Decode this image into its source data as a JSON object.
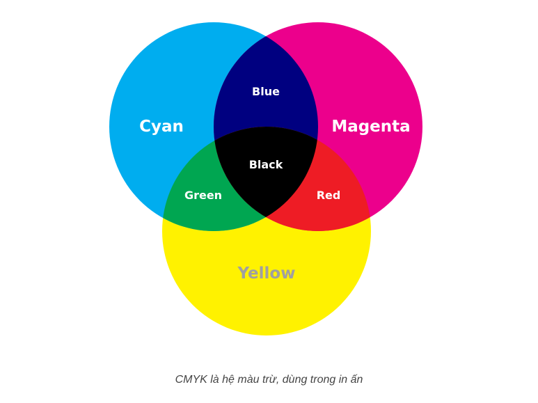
{
  "colors": {
    "cyan": "#00ADEF",
    "magenta": "#EC008C",
    "yellow": "#FFF200",
    "blue": "#000080",
    "red": "#EE1C25",
    "green": "#00A651",
    "black": "#000000",
    "yellow_label": "#A0A0A0",
    "label": "#ffffff"
  },
  "labels": {
    "cyan": "Cyan",
    "magenta": "Magenta",
    "yellow": "Yellow",
    "blue": "Blue",
    "red": "Red",
    "green": "Green",
    "black": "Black"
  },
  "caption": "CMYK là hệ màu trừ, dùng trong in ấn"
}
